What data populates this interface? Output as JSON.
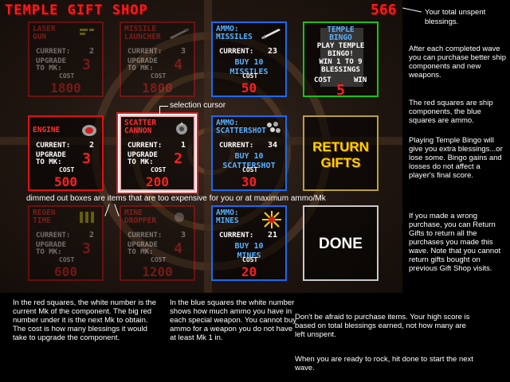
{
  "header": {
    "title": "TEMPLE GIFT SHOP",
    "blessings": "566"
  },
  "boxes": {
    "laser": {
      "name": [
        "LASER",
        "GUN"
      ],
      "current_label": "CURRENT:",
      "current": "2",
      "upgrade_label": "UPGRADE",
      "to_mk_label": "TO MK:",
      "upgrade_mk": "3",
      "cost_label": "COST",
      "cost": "1800",
      "icon": "laser-gun-icon",
      "color": "#e01010"
    },
    "missile": {
      "name": [
        "MISSILE",
        "LAUNCHER"
      ],
      "current_label": "CURRENT:",
      "current": "3",
      "upgrade_label": "UPGRADE",
      "to_mk_label": "TO MK:",
      "upgrade_mk": "4",
      "cost_label": "COST",
      "cost": "1800",
      "icon": "missile-launcher-icon",
      "color": "#e01010"
    },
    "ammo_missiles": {
      "name": [
        "AMMO:",
        "MISSILES"
      ],
      "current_label": "CURRENT:",
      "current": "23",
      "buy": [
        "BUY 10",
        "MISSILES"
      ],
      "cost_label": "COST",
      "cost": "50",
      "icon": "missile-icon",
      "color": "#1a6af0"
    },
    "bingo": {
      "name": [
        "TEMPLE",
        "BINGO"
      ],
      "lines": [
        "PLAY TEMPLE",
        "BINGO!",
        "WIN 1 TO 9",
        "BLESSINGS"
      ],
      "cost_label": "COST",
      "win_label": "WIN",
      "cost": "5",
      "color": "#1ac21a"
    },
    "engine": {
      "name": [
        "ENGINE"
      ],
      "current_label": "CURRENT:",
      "current": "2",
      "upgrade_label": "UPGRADE",
      "to_mk_label": "TO MK:",
      "upgrade_mk": "3",
      "cost_label": "COST",
      "cost": "500",
      "icon": "engine-icon",
      "color": "#e01010"
    },
    "scatter": {
      "name": [
        "SCATTER",
        "CANNON"
      ],
      "current_label": "CURRENT:",
      "current": "1",
      "upgrade_label": "UPGRADE",
      "to_mk_label": "TO MK:",
      "upgrade_mk": "2",
      "cost_label": "COST",
      "cost": "200",
      "icon": "scatter-cannon-icon",
      "color": "#e01010"
    },
    "ammo_scatter": {
      "name": [
        "AMMO:",
        "SCATTERSHOT"
      ],
      "current_label": "CURRENT:",
      "current": "34",
      "buy": [
        "BUY 10",
        "SCATTERSHOT"
      ],
      "cost_label": "COST",
      "cost": "30",
      "icon": "scattershot-icon",
      "color": "#1a6af0"
    },
    "return": {
      "label": [
        "RETURN",
        "GIFTS"
      ]
    },
    "regen": {
      "name": [
        "REGEN",
        "TIME"
      ],
      "current_label": "CURRENT:",
      "current": "2",
      "upgrade_label": "UPGRADE",
      "to_mk_label": "TO MK:",
      "upgrade_mk": "3",
      "cost_label": "COST",
      "cost": "600",
      "icon": "regen-time-icon",
      "color": "#e01010"
    },
    "mine": {
      "name": [
        "MINE",
        "DROPPER"
      ],
      "current_label": "CURRENT:",
      "current": "3",
      "upgrade_label": "UPGRADE",
      "to_mk_label": "TO MK:",
      "upgrade_mk": "4",
      "cost_label": "COST",
      "cost": "1200",
      "icon": "mine-dropper-icon",
      "color": "#e01010"
    },
    "ammo_mines": {
      "name": [
        "AMMO:",
        "MINES"
      ],
      "current_label": "CURRENT:",
      "current": "21",
      "buy": [
        "BUY 10",
        "MINES"
      ],
      "cost_label": "COST",
      "cost": "20",
      "icon": "mine-icon",
      "color": "#1a6af0"
    },
    "done": {
      "label": "DONE"
    }
  },
  "annotations": {
    "selection_cursor": "selection cursor",
    "dimmed": "dimmed out boxes are items that are too expensive for you or at maximum ammo/Mk",
    "unspent": [
      "Your total unspent",
      "blessings."
    ],
    "side": [
      "After each completed wave you can purchase better ship components and new weapons.",
      "The red squares are ship components, the blue squares are ammo.",
      "Playing Temple Bingo will give you extra blessings...or lose some. Bingo gains and losses do not affect a player's final score.",
      "If you made a wrong purchase, you can Return Gifts to return all the purchases you made this wave. Note that you cannot return gifts bought on previous Gift Shop visits."
    ],
    "bottom_left": "In the red squares, the white number is the current Mk of the component. The big red number under it is the next Mk to obtain. The cost is how many blessings it would take to upgrade the component.",
    "bottom_mid": "In the blue squares the white number shows how much ammo you have in each special weapon. You cannot buy ammo for a weapon you do not have at least Mk 1 in.",
    "bottom_right_1": "Don't be afraid to purchase items. Your high score is based on total blessings earned, not how many are left unspent.",
    "bottom_right_2": "When you are ready to rock, hit done to start the next wave."
  }
}
